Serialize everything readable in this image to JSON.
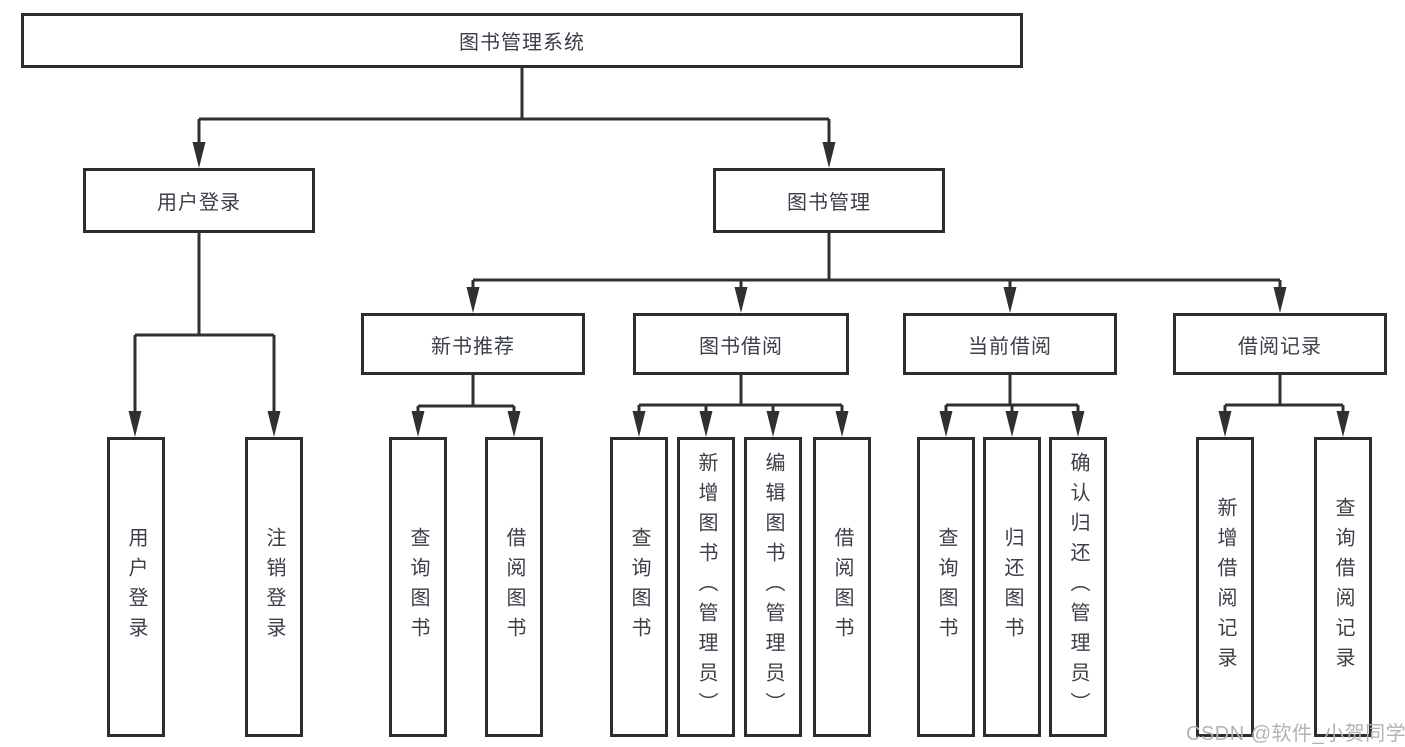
{
  "colors": {
    "line_color": "#303030",
    "box_border": "#2d2d2d",
    "text_color": "#3b3f47",
    "watermark_color": "#b3b3b3",
    "bg": "#ffffff"
  },
  "watermark": {
    "text": "CSDN @软件_小贺同学"
  },
  "tree": {
    "label": "图书管理系统",
    "children": [
      {
        "label": "用户登录",
        "children": [
          {
            "label": "用户登录"
          },
          {
            "label": "注销登录"
          }
        ]
      },
      {
        "label": "图书管理",
        "children": [
          {
            "label": "新书推荐",
            "children": [
              {
                "label": "查询图书"
              },
              {
                "label": "借阅图书"
              }
            ]
          },
          {
            "label": "图书借阅",
            "children": [
              {
                "label": "查询图书"
              },
              {
                "label": "新增图书（管理员）"
              },
              {
                "label": "编辑图书（管理员）"
              },
              {
                "label": "借阅图书"
              }
            ]
          },
          {
            "label": "当前借阅",
            "children": [
              {
                "label": "查询图书"
              },
              {
                "label": "归还图书"
              },
              {
                "label": "确认归还（管理员）"
              }
            ]
          },
          {
            "label": "借阅记录",
            "children": [
              {
                "label": "新增借阅记录"
              },
              {
                "label": "查询借阅记录"
              }
            ]
          }
        ]
      }
    ]
  }
}
